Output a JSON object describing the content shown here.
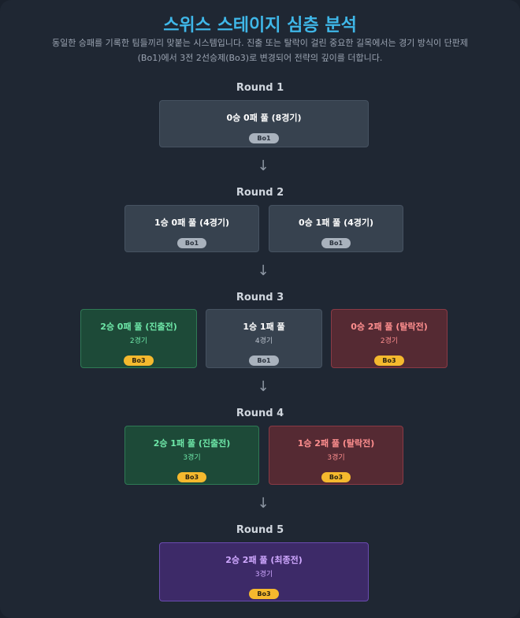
{
  "header": {
    "title": "스위스 스테이지 심층 분석",
    "description_line1": "동일한 승패를 기록한 팀들끼리 맞붙는 시스템입니다. 진출 또는 탈락이 걸린 중요한 길목에서는 경기 방식이 단판제",
    "description_line2": "(Bo1)에서 3전 2선승제(Bo3)로 변경되어 전략의 깊이를 더합니다."
  },
  "arrow_glyph": "↓",
  "rounds": [
    {
      "label": "Round 1",
      "pools": [
        {
          "title": "0승 0패 풀 (8경기)",
          "sub": "",
          "format": "Bo1"
        }
      ]
    },
    {
      "label": "Round 2",
      "pools": [
        {
          "title": "1승 0패 풀 (4경기)",
          "sub": "",
          "format": "Bo1"
        },
        {
          "title": "0승 1패 풀 (4경기)",
          "sub": "",
          "format": "Bo1"
        }
      ]
    },
    {
      "label": "Round 3",
      "pools": [
        {
          "title": "2승 0패 풀 (진출전)",
          "sub": "2경기",
          "format": "Bo3"
        },
        {
          "title": "1승 1패 풀",
          "sub": "4경기",
          "format": "Bo1"
        },
        {
          "title": "0승 2패 풀 (탈락전)",
          "sub": "2경기",
          "format": "Bo3"
        }
      ]
    },
    {
      "label": "Round 4",
      "pools": [
        {
          "title": "2승 1패 풀 (진출전)",
          "sub": "3경기",
          "format": "Bo3"
        },
        {
          "title": "1승 2패 풀 (탈락전)",
          "sub": "3경기",
          "format": "Bo3"
        }
      ]
    },
    {
      "label": "Round 5",
      "pools": [
        {
          "title": "2승 2패 풀 (최종전)",
          "sub": "3경기",
          "format": "Bo3"
        }
      ]
    }
  ]
}
